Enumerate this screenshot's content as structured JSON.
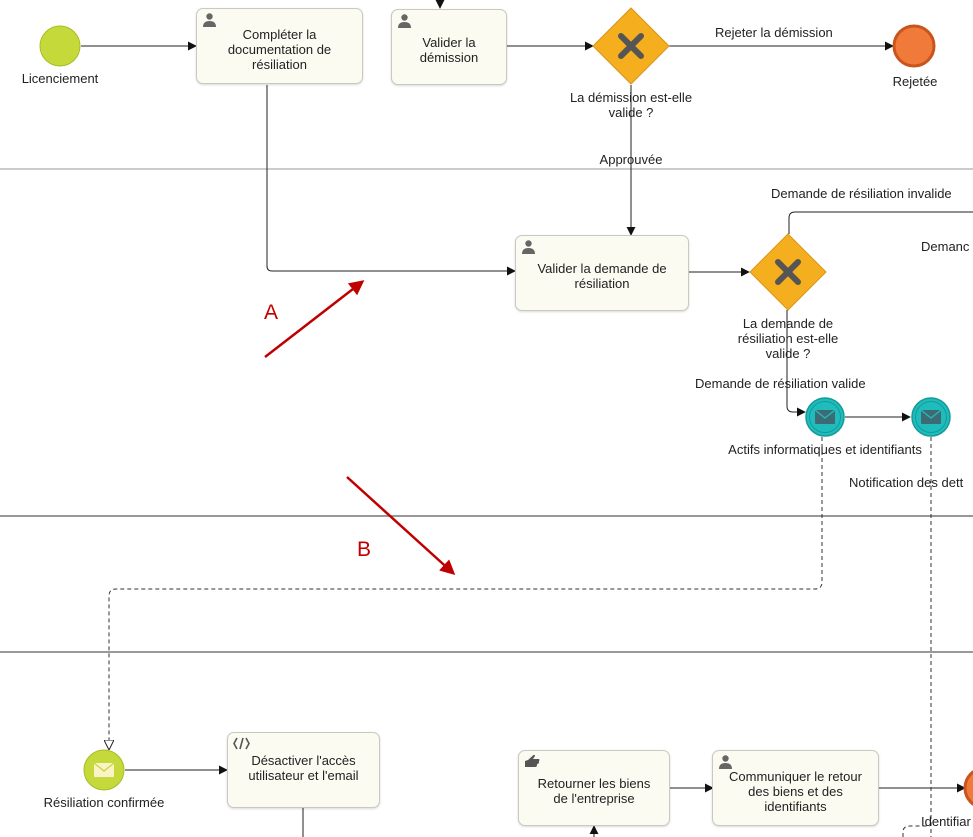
{
  "colors": {
    "start_event": "#c6d93a",
    "end_event": "#f07a3a",
    "gateway": "#f4ae1e",
    "message_event": "#1fbcbc",
    "task_fill": "#fcfbf1",
    "annotation": "#c00000"
  },
  "events": {
    "licenciement": "Licenciement",
    "rejetee": "Rejetée",
    "actifs": "Actifs informatiques et identifiants",
    "notification": "Notification des dett",
    "resiliation_confirmee": "Résiliation confirmée",
    "identifiants": "Identifiar"
  },
  "tasks": {
    "completer": "Compléter la documentation de résiliation",
    "valider_demission": "Valider la démission",
    "valider_demande": "Valider la demande de résiliation",
    "desactiver": "Désactiver l'accès utilisateur et l'email",
    "retourner": "Retourner les biens de l'entreprise",
    "communiquer": "Communiquer le retour des biens et des identifiants"
  },
  "gateways": {
    "demission_valide": "La démission est-elle valide ?",
    "demande_valide": "La demande de résiliation est-elle valide ?"
  },
  "flows": {
    "rejeter": "Rejeter la démission",
    "approuvee": "Approuvée",
    "invalide": "Demande de résiliation invalide",
    "demande_cut": "Demanc",
    "valide": "Demande de résiliation valide"
  },
  "annotations": {
    "a": "A",
    "b": "B"
  }
}
